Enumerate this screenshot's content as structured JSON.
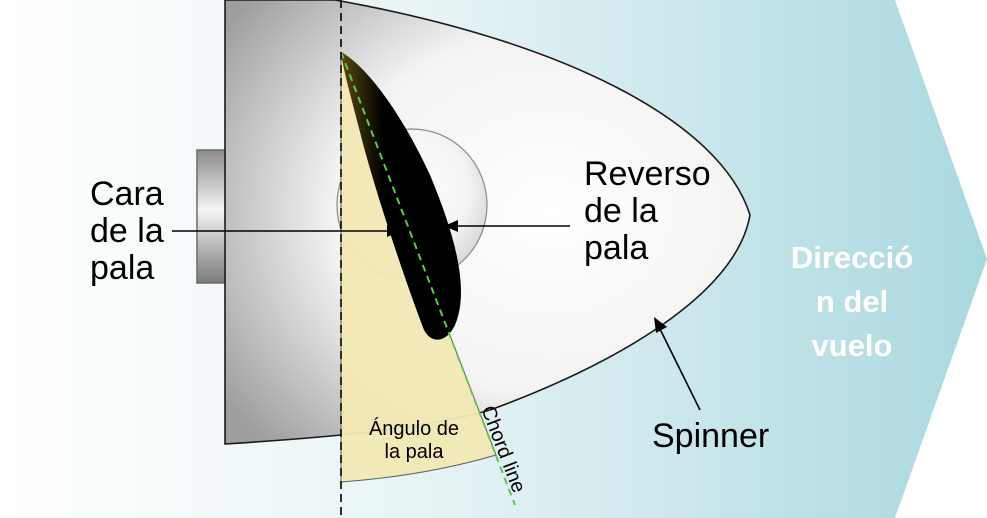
{
  "labels": {
    "blade_face": [
      "Cara",
      "de la",
      "pala"
    ],
    "blade_back": [
      "Reverso",
      "de la",
      "pala"
    ],
    "flight_direction": [
      "Direcció",
      "n del",
      "vuelo"
    ],
    "spinner": "Spinner",
    "blade_angle": [
      "Ángulo de",
      "la pala"
    ],
    "chord_line": "Chord line"
  },
  "colors": {
    "arrow_fill_light": "#ffffff",
    "arrow_fill_mid": "#e3f2f4",
    "arrow_fill_dark": "#a8d8df",
    "spinner_edge": "#1a1a1a",
    "spinner_shade": "#9c9c9c",
    "hub_highlight": "#ffffff",
    "blade_angle_fill": "#f2e8b4",
    "blade": "#000000",
    "chord_line": "#5ec84a"
  }
}
